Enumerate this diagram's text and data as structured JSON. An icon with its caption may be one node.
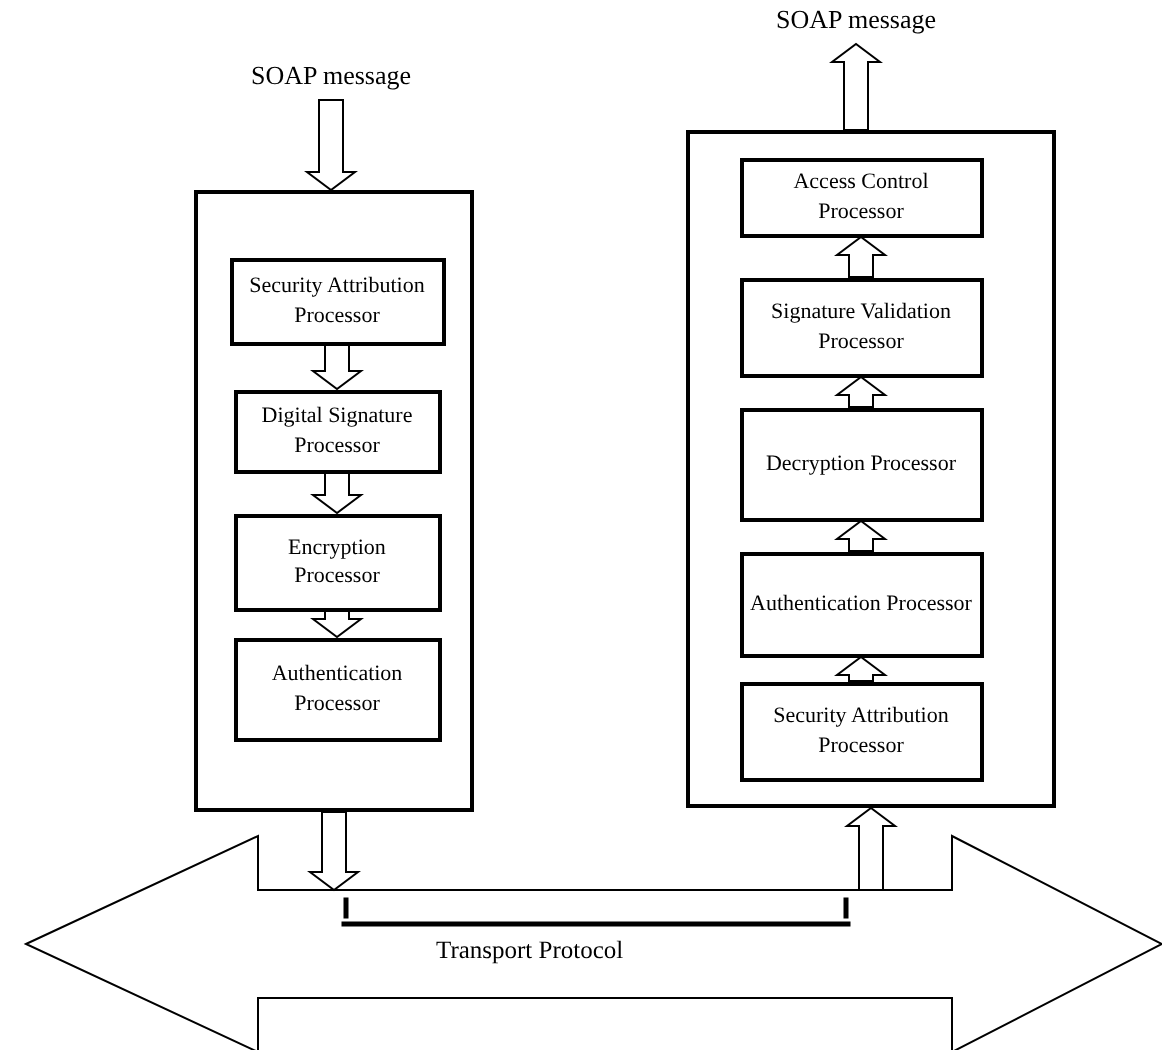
{
  "diagram": {
    "nodes": [
      {
        "text": [
          "SOAP message"
        ]
      },
      {
        "text": [],
        "shape": "box"
      },
      {
        "text": [
          "Security Attribution Processor"
        ],
        "in": 1
      },
      {
        "text": [
          "Digital Signature Processor"
        ],
        "in": 1
      },
      {
        "text": [
          "Encryption Processor"
        ],
        "in": 1
      },
      {
        "text": [
          "Authentication Processor"
        ],
        "in": 1
      },
      {
        "text": [
          "SOAP message"
        ]
      },
      {
        "text": [],
        "shape": "box"
      },
      {
        "text": [
          "Access Control Processor"
        ],
        "in": 7
      },
      {
        "text": [
          "Signature Validation Processor"
        ],
        "in": 7
      },
      {
        "text": [
          "Decryption Processor"
        ],
        "in": 7
      },
      {
        "text": [
          "Authentication Processor"
        ],
        "in": 7
      },
      {
        "text": [
          "Security Attribution Processor"
        ],
        "in": 7
      },
      {
        "text": [
          "Transport Protocol"
        ]
      }
    ],
    "edges": [
      {
        "from": 0,
        "to": 1,
        "arrow": "to"
      },
      {
        "from": 2,
        "to": 3,
        "arrow": "to"
      },
      {
        "from": 3,
        "to": 4,
        "arrow": "to"
      },
      {
        "from": 4,
        "to": 5,
        "arrow": "to"
      },
      {
        "from": 1,
        "to": 13,
        "arrow": "to"
      },
      {
        "from": 13,
        "to": 7,
        "arrow": "to"
      },
      {
        "from": 12,
        "to": 11,
        "arrow": "to"
      },
      {
        "from": 11,
        "to": 10,
        "arrow": "to"
      },
      {
        "from": 10,
        "to": 9,
        "arrow": "to"
      },
      {
        "from": 9,
        "to": 8,
        "arrow": "to"
      },
      {
        "from": 7,
        "to": 6,
        "arrow": "to"
      }
    ]
  }
}
